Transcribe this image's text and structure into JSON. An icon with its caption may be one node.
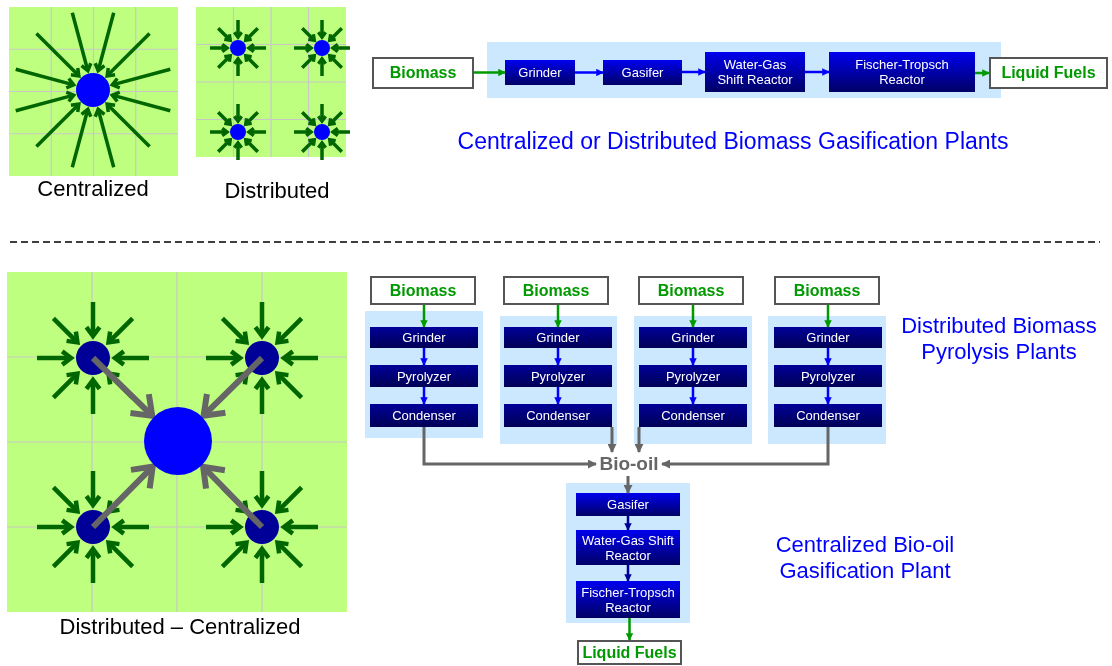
{
  "diagram": {
    "nodes": [
      {
        "text": [
          "Biomass"
        ]
      },
      {
        "text": [],
        "shape": "box"
      },
      {
        "text": [
          "Grinder"
        ],
        "in": 1
      },
      {
        "text": [
          "Gasifer"
        ],
        "in": 1
      },
      {
        "text": [
          "Water-Gas Shift Reactor"
        ],
        "in": 1
      },
      {
        "text": [
          "Fischer-Tropsch Reactor"
        ],
        "in": 1
      },
      {
        "text": [
          "Liquid Fuels"
        ]
      },
      {
        "text": [
          "Biomass"
        ]
      },
      {
        "text": [],
        "shape": "box"
      },
      {
        "text": [
          "Grinder"
        ],
        "in": 8
      },
      {
        "text": [
          "Pyrolyzer"
        ],
        "in": 8
      },
      {
        "text": [
          "Condenser"
        ],
        "in": 8
      },
      {
        "text": [
          "Biomass"
        ]
      },
      {
        "text": [],
        "shape": "box"
      },
      {
        "text": [
          "Grinder"
        ],
        "in": 13
      },
      {
        "text": [
          "Pyrolyzer"
        ],
        "in": 13
      },
      {
        "text": [
          "Condenser"
        ],
        "in": 13
      },
      {
        "text": [
          "Biomass"
        ]
      },
      {
        "text": [],
        "shape": "box"
      },
      {
        "text": [
          "Grinder"
        ],
        "in": 18
      },
      {
        "text": [
          "Pyrolyzer"
        ],
        "in": 18
      },
      {
        "text": [
          "Condenser"
        ],
        "in": 18
      },
      {
        "text": [
          "Biomass"
        ]
      },
      {
        "text": [],
        "shape": "box"
      },
      {
        "text": [
          "Grinder"
        ],
        "in": 23
      },
      {
        "text": [
          "Pyrolyzer"
        ],
        "in": 23
      },
      {
        "text": [
          "Condenser"
        ],
        "in": 23
      },
      {
        "text": [
          "Bio-oil"
        ]
      },
      {
        "text": [],
        "shape": "box"
      },
      {
        "text": [
          "Gasifer"
        ],
        "in": 28
      },
      {
        "text": [
          "Water-Gas Shift Reactor"
        ],
        "in": 28
      },
      {
        "text": [
          "Fischer-Tropsch Reactor"
        ],
        "in": 28
      },
      {
        "text": [
          "Liquid Fuels"
        ]
      }
    ],
    "edges": [
      {
        "from": 0,
        "to": 2,
        "arrow": "to",
        "color": "#009900"
      },
      {
        "from": 2,
        "to": 3,
        "arrow": "to"
      },
      {
        "from": 3,
        "to": 4,
        "arrow": "to"
      },
      {
        "from": 4,
        "to": 5,
        "arrow": "to"
      },
      {
        "from": 5,
        "to": 6,
        "arrow": "to",
        "color": "#009900"
      },
      {
        "from": 7,
        "to": 9,
        "arrow": "to",
        "color": "#009900"
      },
      {
        "from": 9,
        "to": 10,
        "arrow": "to"
      },
      {
        "from": 10,
        "to": 11,
        "arrow": "to"
      },
      {
        "from": 12,
        "to": 14,
        "arrow": "to",
        "color": "#009900"
      },
      {
        "from": 14,
        "to": 15,
        "arrow": "to"
      },
      {
        "from": 15,
        "to": 16,
        "arrow": "to"
      },
      {
        "from": 17,
        "to": 19,
        "arrow": "to",
        "color": "#009900"
      },
      {
        "from": 19,
        "to": 20,
        "arrow": "to"
      },
      {
        "from": 20,
        "to": 21,
        "arrow": "to"
      },
      {
        "from": 22,
        "to": 24,
        "arrow": "to",
        "color": "#009900"
      },
      {
        "from": 24,
        "to": 25,
        "arrow": "to"
      },
      {
        "from": 25,
        "to": 26,
        "arrow": "to"
      },
      {
        "from": 11,
        "to": 27,
        "arrow": "to",
        "color": "#666666"
      },
      {
        "from": 16,
        "to": 27,
        "arrow": "to",
        "color": "#666666"
      },
      {
        "from": 21,
        "to": 27,
        "arrow": "to",
        "color": "#666666"
      },
      {
        "from": 26,
        "to": 27,
        "arrow": "to",
        "color": "#666666"
      },
      {
        "from": 27,
        "to": 29,
        "arrow": "to",
        "color": "#666666"
      },
      {
        "from": 29,
        "to": 30,
        "arrow": "to",
        "color": "#000099"
      },
      {
        "from": 30,
        "to": 31,
        "arrow": "to",
        "color": "#000099"
      },
      {
        "from": 31,
        "to": 32,
        "arrow": "to",
        "color": "#009900"
      }
    ],
    "labels": [
      "Centralized",
      "Distributed",
      "Centralized or Distributed Biomass Gasification Plants",
      "Distributed Biomass Pyrolysis Plants",
      "Centralized Bio-oil Gasification Plant",
      "Distributed – Centralized"
    ]
  }
}
